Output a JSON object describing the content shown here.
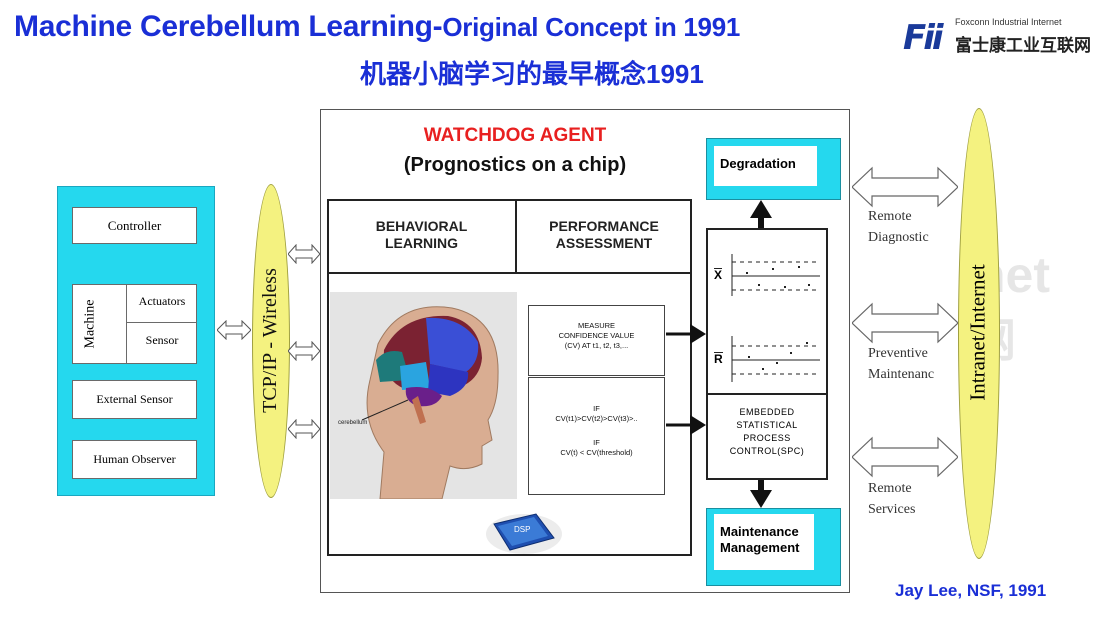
{
  "header": {
    "title_main": "Machine Cerebellum Learning-",
    "title_suffix": "Original Concept in 1991",
    "title_cn": "机器小脑学习的最早概念1991"
  },
  "logo": {
    "mark": "Fii",
    "name_en": "Foxconn Industrial Internet",
    "name_cn": "富士康工业互联网"
  },
  "left_panel": {
    "controller": "Controller",
    "machine": "Machine",
    "actuators": "Actuators",
    "sensor": "Sensor",
    "external_sensor": "External Sensor",
    "human_observer": "Human Observer",
    "color": "#25d8ee"
  },
  "network_left": "TCP/IP - Wireless",
  "watchdog": {
    "title": "WATCHDOG AGENT",
    "subtitle": "(Prognostics on a chip)",
    "col1_line1": "BEHAVIORAL",
    "col1_line2": "LEARNING",
    "col2_line1": "PERFORMANCE",
    "col2_line2": "ASSESSMENT",
    "brain_label": "cerebellum",
    "measure": [
      "MEASURE",
      "CONFIDENCE VALUE",
      "(CV) AT t1, t2, t3,..."
    ],
    "if_lines": [
      "IF",
      "CV(t1)>CV(t2)>CV(t3)>..",
      "IF",
      "CV(t) < CV(threshold)"
    ],
    "chip_label": "DSP"
  },
  "right_column": {
    "degradation": "Degradation",
    "xbar_label": "X",
    "rbar_label": "R",
    "spc": [
      "EMBEDDED",
      "STATISTICAL",
      "PROCESS",
      "CONTROL(SPC)"
    ],
    "maintenance_line1": "Maintenance",
    "maintenance_line2": "Management"
  },
  "services": [
    {
      "line1": "Remote",
      "line2": "Diagnostic"
    },
    {
      "line1": "Preventive",
      "line2": "Maintenanc"
    },
    {
      "line1": "Remote",
      "line2": "Services"
    }
  ],
  "network_right": "Intranet/Internet",
  "credit": "Jay Lee, NSF, 1991",
  "colors": {
    "title_blue": "#1a2fd6",
    "watchdog_red": "#e82020",
    "ellipse_yellow": "#f4f280",
    "cyan": "#25d8ee"
  }
}
